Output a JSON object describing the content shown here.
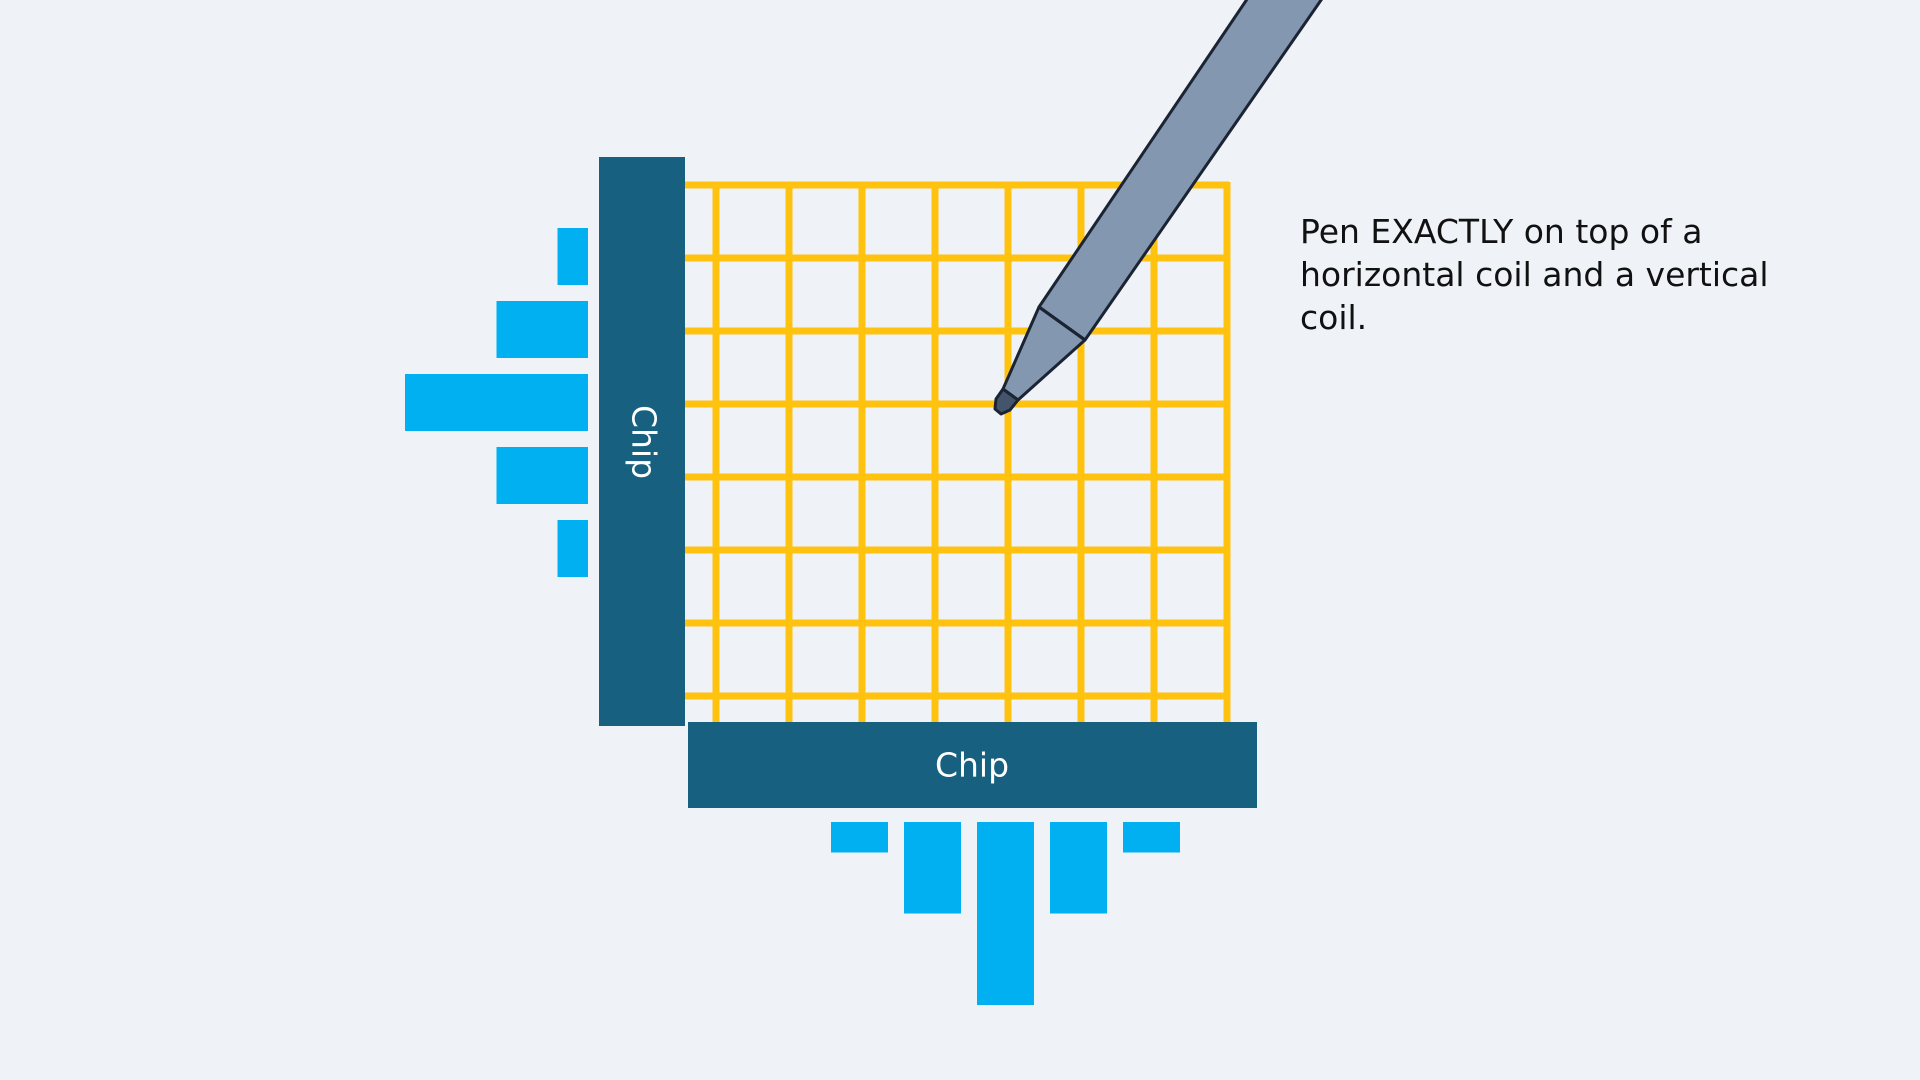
{
  "diagram": {
    "caption": "Pen EXACTLY on top of a horizontal coil and a vertical coil.",
    "left_chip_label": "Chip",
    "bottom_chip_label": "Chip",
    "grid_rows": 8,
    "grid_cols": 8,
    "left_signal_bars": [
      1,
      3,
      6,
      3,
      1
    ],
    "bottom_signal_bars": [
      1,
      3,
      6,
      3,
      1
    ]
  },
  "colors": {
    "background": "#eff3f8",
    "coil": "#ffc20e",
    "chip": "#17607f",
    "signal_bar": "#00b0f0",
    "pen_body": "#8497b0",
    "pen_tip": "#44546a",
    "outline": "#1b2433",
    "caption_text": "#111111"
  },
  "icons": {
    "pen": "stylus-pen-icon"
  }
}
